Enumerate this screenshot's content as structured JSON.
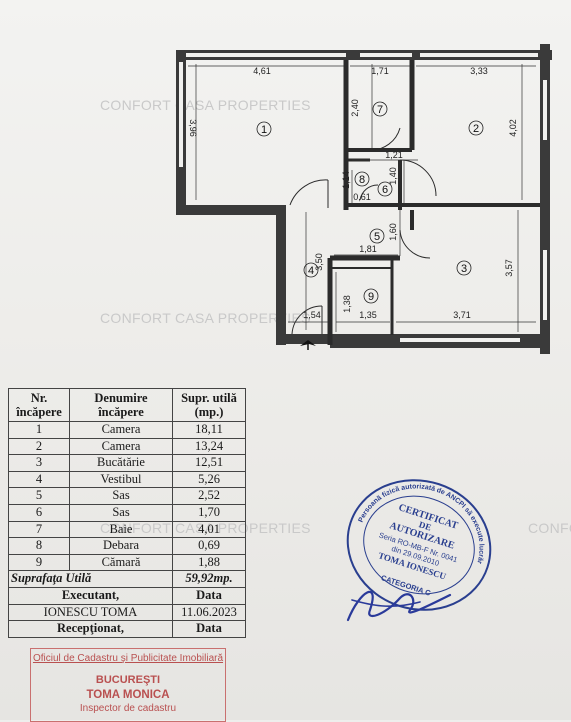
{
  "watermark": {
    "text": "CONFORT CASA PROPERTIES",
    "text_partial_right": "CONFOR"
  },
  "floor_plan": {
    "entrance_arrow": "entrance-arrow-icon",
    "rooms": [
      {
        "number": "1"
      },
      {
        "number": "2"
      },
      {
        "number": "3"
      },
      {
        "number": "4"
      },
      {
        "number": "5"
      },
      {
        "number": "6"
      },
      {
        "number": "7"
      },
      {
        "number": "8"
      },
      {
        "number": "9"
      }
    ],
    "dimensions": {
      "d_461": "4,61",
      "d_171": "1,71",
      "d_333": "3,33",
      "d_396": "3,96",
      "d_240": "2,40",
      "d_402": "4,02",
      "d_121": "1,21",
      "d_140": "1,40",
      "d_114": "1,14",
      "d_061": "0,61",
      "d_160": "1,60",
      "d_181": "1,81",
      "d_350": "3,50",
      "d_357": "3,57",
      "d_138": "1,38",
      "d_154": "1,54",
      "d_135": "1,35",
      "d_371": "3,71"
    }
  },
  "table": {
    "headers": {
      "nr": "Nr. încăpere",
      "name": "Denumire încăpere",
      "area": "Supr. utilă (mp.)"
    },
    "rows": [
      {
        "nr": "1",
        "name": "Camera",
        "area": "18,11"
      },
      {
        "nr": "2",
        "name": "Camera",
        "area": "13,24"
      },
      {
        "nr": "3",
        "name": "Bucătărie",
        "area": "12,51"
      },
      {
        "nr": "4",
        "name": "Vestibul",
        "area": "5,26"
      },
      {
        "nr": "5",
        "name": "Sas",
        "area": "2,52"
      },
      {
        "nr": "6",
        "name": "Sas",
        "area": "1,70"
      },
      {
        "nr": "7",
        "name": "Baie",
        "area": "4,01"
      },
      {
        "nr": "8",
        "name": "Debara",
        "area": "0,69"
      },
      {
        "nr": "9",
        "name": "Cămară",
        "area": "1,88"
      }
    ],
    "total_label": "Suprafaţa Utilă",
    "total_value": "59,92mp.",
    "executant_label": "Executant,",
    "executant_date_label": "Data",
    "executant_name": "IONESCU TOMA",
    "executant_date": "11.06.2023",
    "receptionat_label": "Recepţionat,",
    "receptionat_date_label": "Data"
  },
  "red_stamp": {
    "line1": "Oficiul de Cadastru şi Publicitate Imobiliară",
    "line2": "BUCUREŞTI",
    "line3": "TOMA MONICA",
    "line4": "Inspector de cadastru"
  },
  "certificate_stamp": {
    "title1": "CERTIFICAT",
    "title2": "DE",
    "title3": "AUTORIZARE",
    "series": "Seria RO-MB-F Nr. 0041",
    "date": "din 29.09.2010",
    "name": "TOMA IONESCU",
    "category": "CATEGORIA C",
    "ring_text": "Persoană fizică autorizată de ANCPI să execute lucrări de cadastru, geodezie şi cartografie"
  },
  "colors": {
    "wall": "#2b2b2b",
    "red_stamp": "#c06060",
    "blue_stamp": "#2a3f8f",
    "watermark": "#c9c9c9"
  }
}
